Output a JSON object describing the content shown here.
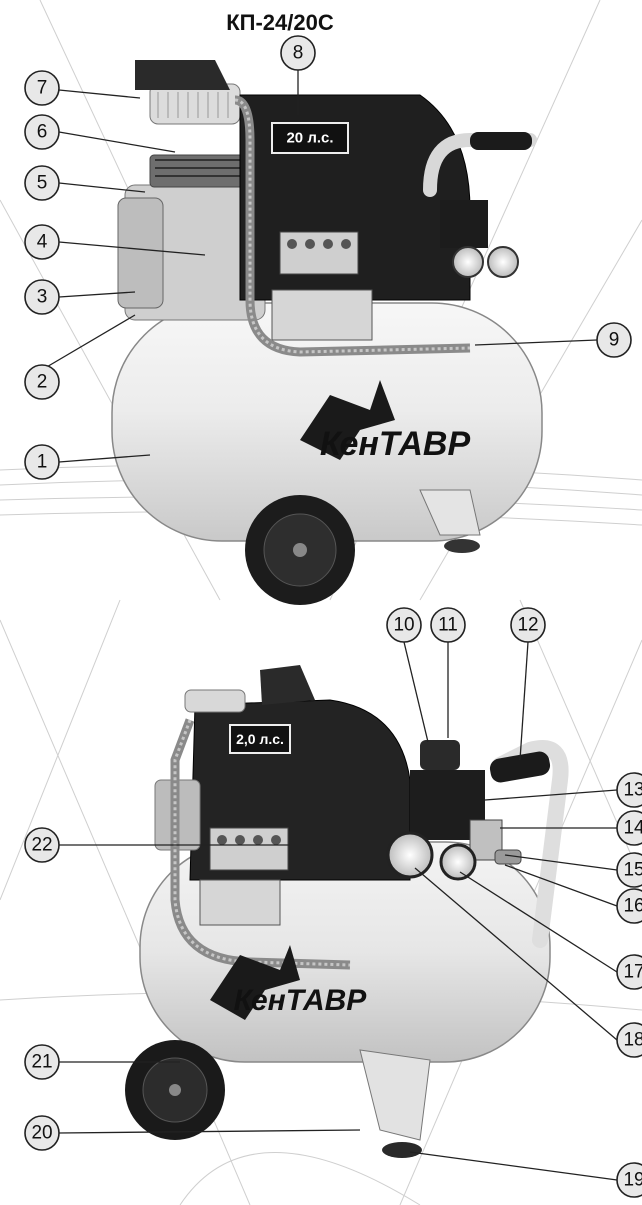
{
  "title": "КП-24/20С",
  "top_unit": {
    "power_badge": "20 л.с.",
    "brand": "КенТАВР"
  },
  "bottom_unit": {
    "power_badge": "2,0 л.с.",
    "brand": "КенТАВР"
  },
  "callouts": [
    {
      "id": "1",
      "label": "1"
    },
    {
      "id": "2",
      "label": "2"
    },
    {
      "id": "3",
      "label": "3"
    },
    {
      "id": "4",
      "label": "4"
    },
    {
      "id": "5",
      "label": "5"
    },
    {
      "id": "6",
      "label": "6"
    },
    {
      "id": "7",
      "label": "7"
    },
    {
      "id": "8",
      "label": "8"
    },
    {
      "id": "9",
      "label": "9"
    },
    {
      "id": "10",
      "label": "10"
    },
    {
      "id": "11",
      "label": "11"
    },
    {
      "id": "12",
      "label": "12"
    },
    {
      "id": "13",
      "label": "13"
    },
    {
      "id": "14",
      "label": "14"
    },
    {
      "id": "15",
      "label": "15"
    },
    {
      "id": "16",
      "label": "16"
    },
    {
      "id": "17",
      "label": "17"
    },
    {
      "id": "18",
      "label": "18"
    },
    {
      "id": "19",
      "label": "19"
    },
    {
      "id": "20",
      "label": "20"
    },
    {
      "id": "21",
      "label": "21"
    },
    {
      "id": "22",
      "label": "22"
    }
  ]
}
